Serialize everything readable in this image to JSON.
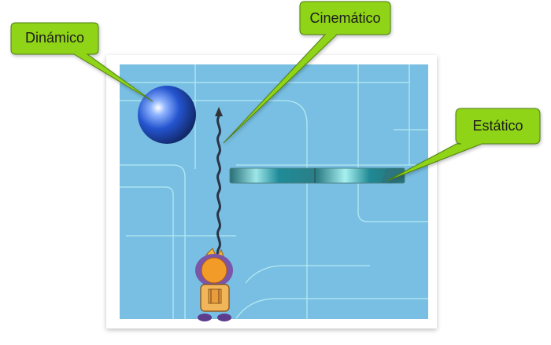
{
  "labels": {
    "dynamic": "Dinámico",
    "kinematic": "Cinemático",
    "static": "Estático"
  },
  "colors": {
    "callout_fill": "#8fd417",
    "callout_stroke": "#4f7d12",
    "game_bg": "#78bfe3",
    "grid_line": "#b9ecf2",
    "frame": "#ffffff",
    "ball": "#2a52c8",
    "platform": "#3b8f97"
  },
  "icons": {
    "ball": "dynamic-ball-icon",
    "harpoon": "harpoon-rope-icon",
    "platform": "static-platform-icon",
    "character": "player-character-icon"
  }
}
